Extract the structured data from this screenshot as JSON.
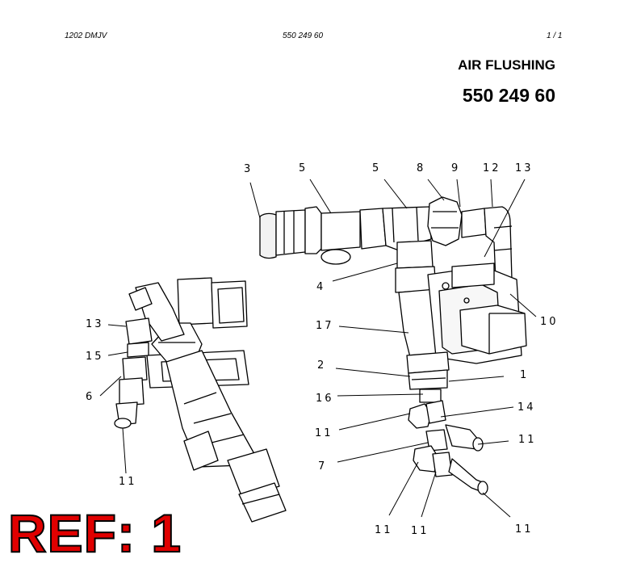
{
  "header": {
    "left": "1202 DMJV",
    "middle": "550 249 60",
    "right": "1 /   1"
  },
  "title": "AIR FLUSHING",
  "part_number": "550 249 60",
  "ref_label": "REF: 1",
  "callouts": [
    "3",
    "5",
    "5",
    "8",
    "9",
    "12",
    "13",
    "4",
    "10",
    "17",
    "2",
    "1",
    "16",
    "14",
    "11",
    "11",
    "7",
    "11",
    "11",
    "11",
    "13",
    "15",
    "6",
    "11"
  ]
}
